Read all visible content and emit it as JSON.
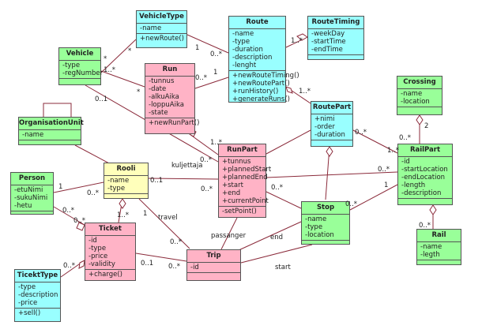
{
  "colors": {
    "cyan": "#99ffff",
    "green": "#99ff99",
    "pink": "#ffb3c6",
    "yellow": "#ffffbb"
  },
  "classes": {
    "vehicletype": {
      "name": "VehicleType",
      "attrs": [
        "-name"
      ],
      "ops": [
        "+newRoute()"
      ]
    },
    "route": {
      "name": "Route",
      "attrs": [
        "-name",
        "-type",
        "-duration",
        "-description",
        "-lenght"
      ],
      "ops": [
        "+newRouteTiming()",
        "+newRoutePart()",
        "+runHistory()",
        "+generateRuns()"
      ]
    },
    "routetiming": {
      "name": "RouteTiming",
      "attrs": [
        "-weekDay",
        "-startTime",
        "-endTime"
      ],
      "ops": []
    },
    "vehicle": {
      "name": "Vehicle",
      "attrs": [
        "-type",
        "-regNumber"
      ],
      "ops": []
    },
    "run": {
      "name": "Run",
      "attrs": [
        "-tunnus",
        "-date",
        "-alkuAika",
        "-loppuAika",
        "-state"
      ],
      "ops": [
        "+newRunPart()"
      ]
    },
    "crossing": {
      "name": "Crossing",
      "attrs": [
        "-name",
        "-location"
      ],
      "ops": []
    },
    "routepart": {
      "name": "RoutePart",
      "attrs": [
        "+nimi",
        "-order",
        "-duration"
      ],
      "ops": []
    },
    "organisationunit": {
      "name": "OrganisationUnit",
      "attrs": [
        "-name"
      ],
      "ops": []
    },
    "runpart": {
      "name": "RunPart",
      "attrs": [
        "+tunnus",
        "+plannedStart",
        "+plannedEnd",
        "+start",
        "+end",
        "+currentPoint"
      ],
      "ops": [
        "-setPoint()"
      ]
    },
    "railpart": {
      "name": "RailPart",
      "attrs": [
        "-id",
        "-startLocation",
        "-endLocation",
        "-length",
        "-description"
      ],
      "ops": []
    },
    "person": {
      "name": "Person",
      "attrs": [
        "-etuNimi",
        "-sukuNimi",
        "-hetu"
      ],
      "ops": []
    },
    "rooli": {
      "name": "Rooli",
      "attrs": [
        "-name",
        "-type"
      ],
      "ops": []
    },
    "stop": {
      "name": "Stop",
      "attrs": [
        "-name",
        "-type",
        "-location"
      ],
      "ops": []
    },
    "ticket": {
      "name": "Ticket",
      "attrs": [
        "-id",
        "-type",
        "-price",
        "-validity"
      ],
      "ops": [
        "+charge()"
      ]
    },
    "rail": {
      "name": "Rail",
      "attrs": [
        "-name",
        "-legth"
      ],
      "ops": []
    },
    "ticketype": {
      "name": "TicektType",
      "attrs": [
        "-type",
        "-description",
        "-price"
      ],
      "ops": [
        "+sell()"
      ]
    },
    "trip": {
      "name": "Trip",
      "attrs": [
        "-id"
      ],
      "ops": []
    }
  },
  "labels": {
    "m1": "1",
    "m2": "0..*",
    "m3": "1..*",
    "m4": "*",
    "m5": "1..*",
    "m6": "*",
    "m7": "0..*",
    "m8": "1",
    "m9": "1..*",
    "m10": "1..*",
    "m11": "*",
    "m12": "0..1",
    "m13": "0..*",
    "m14": "2",
    "m15": "0..*",
    "m16": "0..*",
    "m17": "1..*",
    "m18": "1",
    "m19": "0..*",
    "m20": "0..1",
    "m21": "0..*",
    "m22": "0..*",
    "m23": "0..*",
    "m24": "1",
    "m25": "0..*",
    "m26": "0..*",
    "m27": "1..*",
    "m28": "1",
    "m29": "0..*",
    "m30": "0..1",
    "m31": "0..*",
    "m32": "0..*",
    "kuljettaja": "kuljettaja",
    "travel": "travel",
    "passanger": "passanger",
    "end": "end",
    "start": "start"
  }
}
